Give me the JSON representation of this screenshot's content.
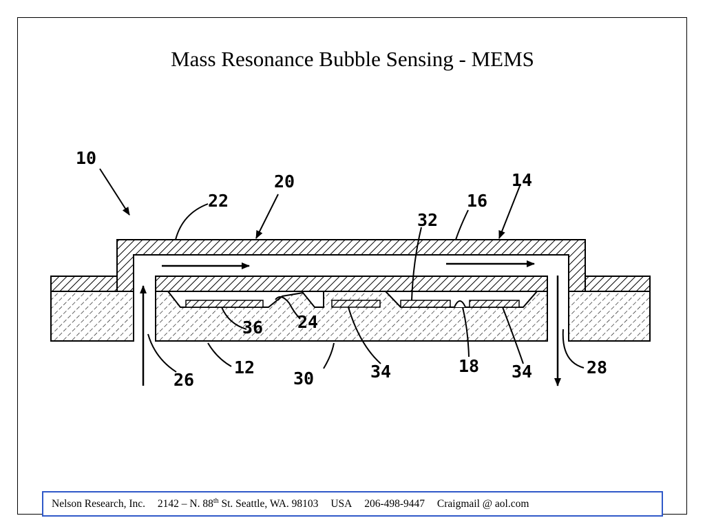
{
  "slide": {
    "title": "Mass Resonance Bubble Sensing - MEMS"
  },
  "diagram": {
    "labels": {
      "l10": "10",
      "l22": "22",
      "l20": "20",
      "l14": "14",
      "l16": "16",
      "l32": "32",
      "l36": "36",
      "l24": "24",
      "l26": "26",
      "l12": "12",
      "l30": "30",
      "l34a": "34",
      "l18": "18",
      "l34b": "34",
      "l28": "28"
    }
  },
  "footer": {
    "company": "Nelson Research, Inc.",
    "street_pre": "2142 –  N. 88",
    "street_sup": "th",
    "street_post": " St. Seattle, WA. 98103",
    "country": "USA",
    "phone": "206-498-9447",
    "email": "Craigmail @ aol.com"
  },
  "colors": {
    "footer_border": "#2f58c8"
  }
}
